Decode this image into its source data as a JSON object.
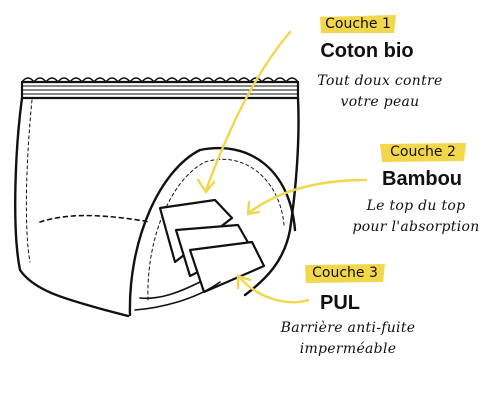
{
  "layers": [
    {
      "tag": "Couche 1",
      "name": "Coton bio",
      "desc": [
        "Tout doux contre",
        "votre peau"
      ]
    },
    {
      "tag": "Couche 2",
      "name": "Bambou",
      "desc": [
        "Le top du top",
        "pour l'absorption"
      ]
    },
    {
      "tag": "Couche 3",
      "name": "PUL",
      "desc": [
        "Barrière anti-fuite",
        "imperméable"
      ]
    }
  ],
  "colors": {
    "accent": "#f2d64b",
    "ink": "#111111",
    "background": "#ffffff"
  }
}
